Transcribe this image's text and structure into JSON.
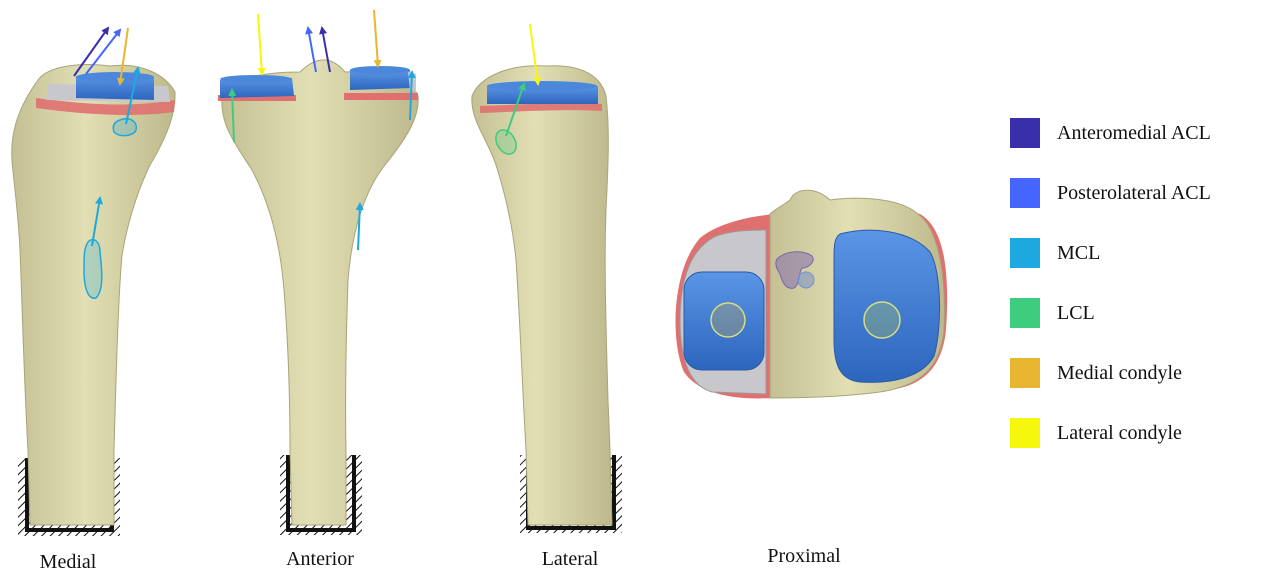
{
  "views": [
    {
      "id": "medial",
      "label": "Medial"
    },
    {
      "id": "anterior",
      "label": "Anterior"
    },
    {
      "id": "lateral",
      "label": "Lateral"
    },
    {
      "id": "proximal",
      "label": "Proximal"
    }
  ],
  "legend": {
    "items": [
      {
        "id": "anteromedial-acl",
        "label": "Anteromedial ACL",
        "color": "#3a2faa"
      },
      {
        "id": "posterolateral-acl",
        "label": "Posterolateral ACL",
        "color": "#4466ff"
      },
      {
        "id": "mcl",
        "label": "MCL",
        "color": "#1ea8e0"
      },
      {
        "id": "lcl",
        "label": "LCL",
        "color": "#3ecc7e"
      },
      {
        "id": "medial-condyle",
        "label": "Medial condyle",
        "color": "#e8b630"
      },
      {
        "id": "lateral-condyle",
        "label": "Lateral condyle",
        "color": "#f7f70e"
      }
    ]
  },
  "colors": {
    "bone": "#d9d6a8",
    "implant": "#3a78d0",
    "spacer": "#c8c8cc",
    "rim": "#e07070",
    "fixture": "#111111"
  }
}
